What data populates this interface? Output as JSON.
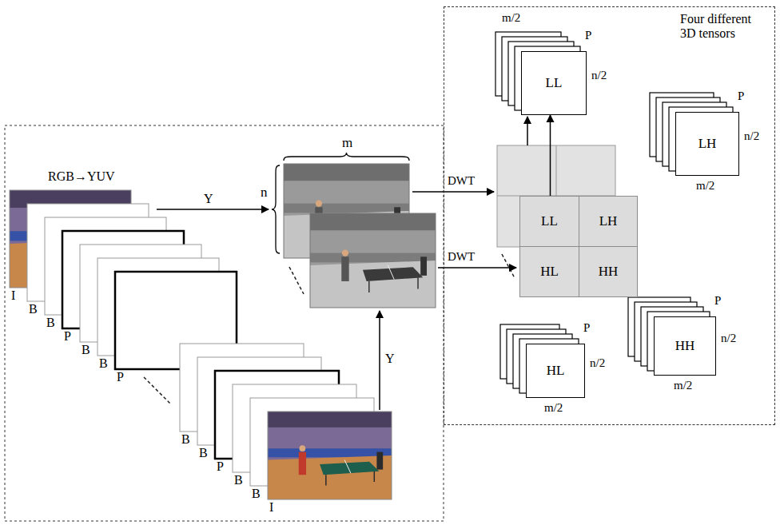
{
  "diagram": {
    "nodes": [
      {
        "text": [
          "Four different 3D tensors"
        ]
      },
      {
        "text": [
          "LL"
        ],
        "in": 0
      },
      {
        "text": [
          "LH"
        ],
        "in": 0
      },
      {
        "text": [
          "LL"
        ],
        "in": 0
      },
      {
        "text": [
          "LH"
        ],
        "in": 0
      },
      {
        "text": [
          "HL"
        ],
        "in": 0
      },
      {
        "text": [
          "HH"
        ],
        "in": 0
      },
      {
        "text": [
          "HL"
        ],
        "in": 0
      },
      {
        "text": [
          "HH"
        ],
        "in": 0
      }
    ],
    "edges": [
      {
        "from": 3,
        "to": 1,
        "arrow": "to"
      }
    ],
    "labels": [
      "RGB→YUV",
      "Y",
      "m",
      "n",
      "DWT",
      "DWT",
      "Y",
      "I",
      "B",
      "B",
      "P",
      "B",
      "B",
      "P",
      "B",
      "B",
      "P",
      "B",
      "B",
      "I",
      "m/2",
      "P",
      "n/2",
      "P",
      "n/2",
      "m/2",
      "P",
      "n/2",
      "m/2",
      "P",
      "n/2",
      "m/2"
    ]
  }
}
